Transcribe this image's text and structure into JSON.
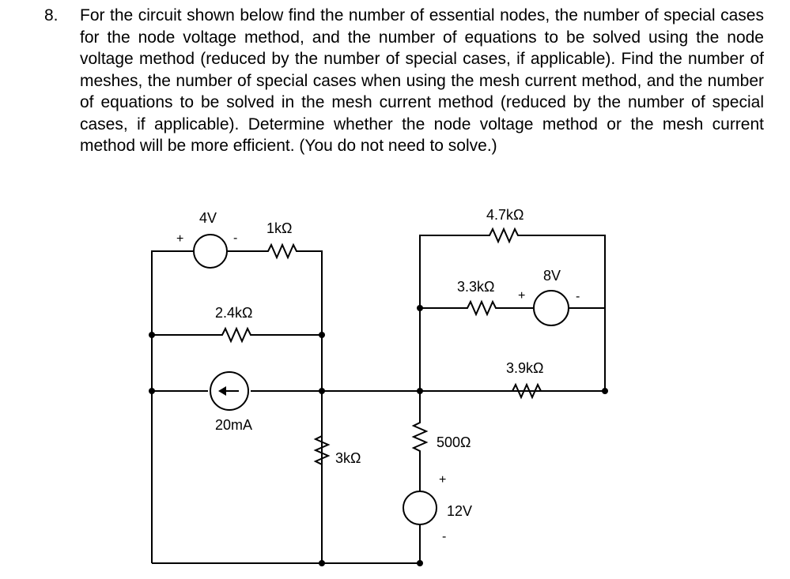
{
  "question": {
    "number": "8.",
    "text": "For the circuit shown below find the number of essential nodes, the number of special cases for the node voltage method, and the number of equations to be solved using the node voltage method (reduced by the number of special cases, if applicable). Find the number of meshes, the number of special cases when using the mesh current method, and the number of equations to be solved in the mesh current method (reduced by the number of special cases, if applicable). Determine whether the node voltage method or the mesh current method will be more efficient. (You do not need to solve.)"
  },
  "circuit": {
    "v4": {
      "label": "4V",
      "plus": "+",
      "minus": "-"
    },
    "r1k": {
      "label": "1kΩ"
    },
    "r2_4k": {
      "label": "2.4kΩ"
    },
    "i20m": {
      "label": "20mA"
    },
    "r3k": {
      "label": "3kΩ"
    },
    "r4_7k": {
      "label": "4.7kΩ"
    },
    "r3_3k": {
      "label": "3.3kΩ"
    },
    "v8": {
      "label": "8V",
      "plus": "+",
      "minus": "-"
    },
    "r3_9k": {
      "label": "3.9kΩ"
    },
    "r500": {
      "label": "500Ω"
    },
    "v12": {
      "label": "12V",
      "plus": "+",
      "minus": "-"
    }
  }
}
